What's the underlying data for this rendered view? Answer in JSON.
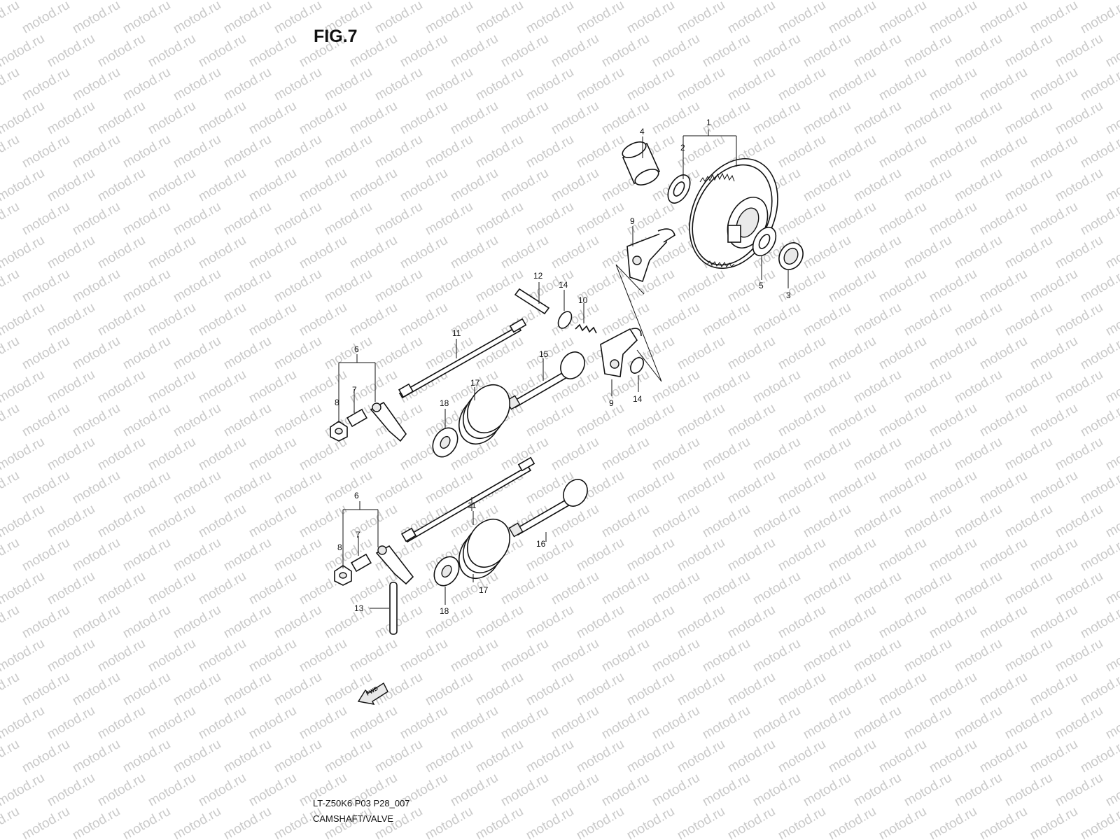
{
  "figure_label": "FIG.7",
  "model_code": "LT-Z50K6 P03 P28_007",
  "section_title": "CAMSHAFT/VALVE",
  "watermark_text": "motod.ru",
  "fwd_label": "FWD",
  "callouts": {
    "c1": "1",
    "c2": "2",
    "c3": "3",
    "c4": "4",
    "c5": "5",
    "c6a": "6",
    "c6b": "6",
    "c7a": "7",
    "c7b": "7",
    "c8a": "8",
    "c8b": "8",
    "c9a": "9",
    "c9b": "9",
    "c10": "10",
    "c11a": "11",
    "c11b": "11",
    "c12": "12",
    "c13": "13",
    "c14a": "14",
    "c14b": "14",
    "c15": "15",
    "c16": "16",
    "c17a": "17",
    "c17b": "17",
    "c18a": "18",
    "c18b": "18"
  }
}
